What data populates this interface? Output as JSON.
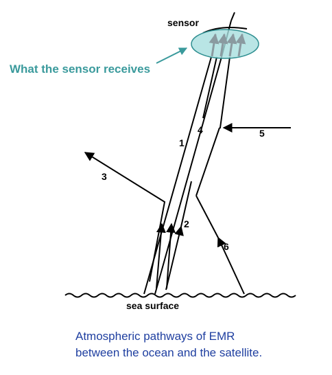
{
  "labels": {
    "sensor": "sensor",
    "callout": "What the sensor receives",
    "path1": "1",
    "path2": "2",
    "path3": "3",
    "path4": "4",
    "path5": "5",
    "path6": "6",
    "sea_surface": "sea surface"
  },
  "caption": {
    "line1": "Atmospheric pathways of EMR",
    "line2": "between the ocean and the satellite."
  },
  "colors": {
    "callout": "#3a9a9c",
    "caption": "#1f3fa0",
    "sensor_fill": "#a8dede",
    "sensor_stroke": "#2f8f91",
    "line": "#000000"
  }
}
